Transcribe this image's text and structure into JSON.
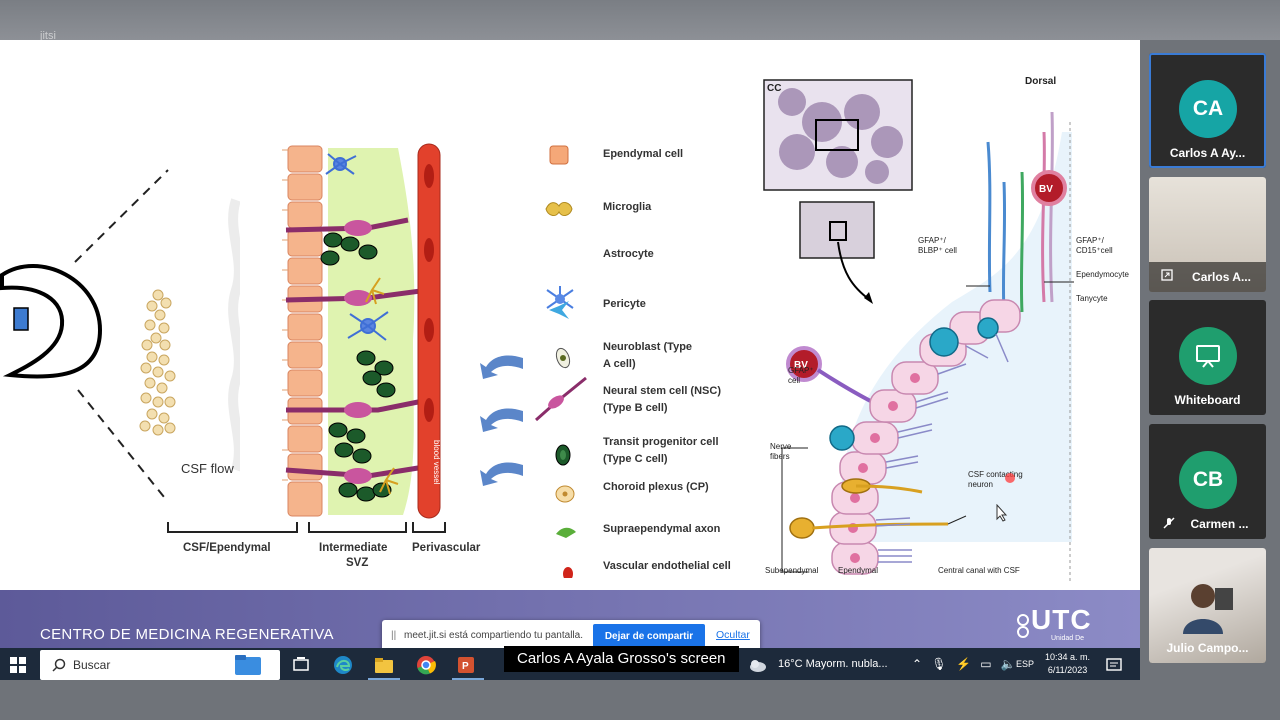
{
  "app": {
    "top_logo": "jitsi"
  },
  "slide": {
    "labels": {
      "csf_flow": "CSF flow",
      "bottom_csf": "CSF/Ependymal",
      "bottom_svz_1": "Intermediate",
      "bottom_svz_2": "SVZ",
      "bottom_perivascular": "Perivascular",
      "blood_vessel": "blood vessel"
    },
    "legend": [
      "Ependymal cell",
      "Microglia",
      "Astrocyte",
      "Pericyte",
      "Neuroblast (Type A cell)",
      "Neural stem cell (NSC) (Type B cell)",
      "Transit progenitor cell (Type C cell)",
      "Choroid plexus (CP)",
      "Supraependymal axon",
      "Vascular endothelial cell"
    ],
    "right": {
      "cc": "CC",
      "dorsal": "Dorsal",
      "bv": "BV",
      "gfap_blbp": "GFAP⁺/ BLBP⁺ cell",
      "gfap_cell": "GFAP⁺ cell",
      "gfap_cd15": "GFAP⁺/ CD15⁺cell",
      "ependymocyte": "Ependymocyte",
      "tanycyte": "Tanycyte",
      "nerve_fibers": "Nerve fibers",
      "csf_neuron": "CSF contacting neuron",
      "subependymal": "Subependymal",
      "ependymal": "Ependymal",
      "central_canal": "Central canal with CSF"
    },
    "footer_title": "CENTRO DE MEDICINA REGENERATIVA",
    "logo_text": "UTC",
    "logo_sub": "Unidad De"
  },
  "share_banner": {
    "grip": "||",
    "message": "meet.jit.si está compartiendo tu pantalla.",
    "stop_label": "Dejar de compartir",
    "hide_label": "Ocultar"
  },
  "taskbar": {
    "search_placeholder": "Buscar",
    "weather": "16°C  Mayorm. nubla...",
    "language": "ESP",
    "time": "10:34 a. m.",
    "date": "6/11/2023"
  },
  "screen_label": "Carlos A Ayala Grosso's screen",
  "participants": [
    {
      "initials": "CA",
      "name": "Carlos A Ay...",
      "color": "#16a5a5"
    },
    {
      "name": "Carlos A..."
    },
    {
      "name": "Whiteboard",
      "color": "#1f9e6e"
    },
    {
      "initials": "CB",
      "name": "Carmen ...",
      "color": "#1f9e6e"
    },
    {
      "name": "Julio Campo..."
    }
  ]
}
